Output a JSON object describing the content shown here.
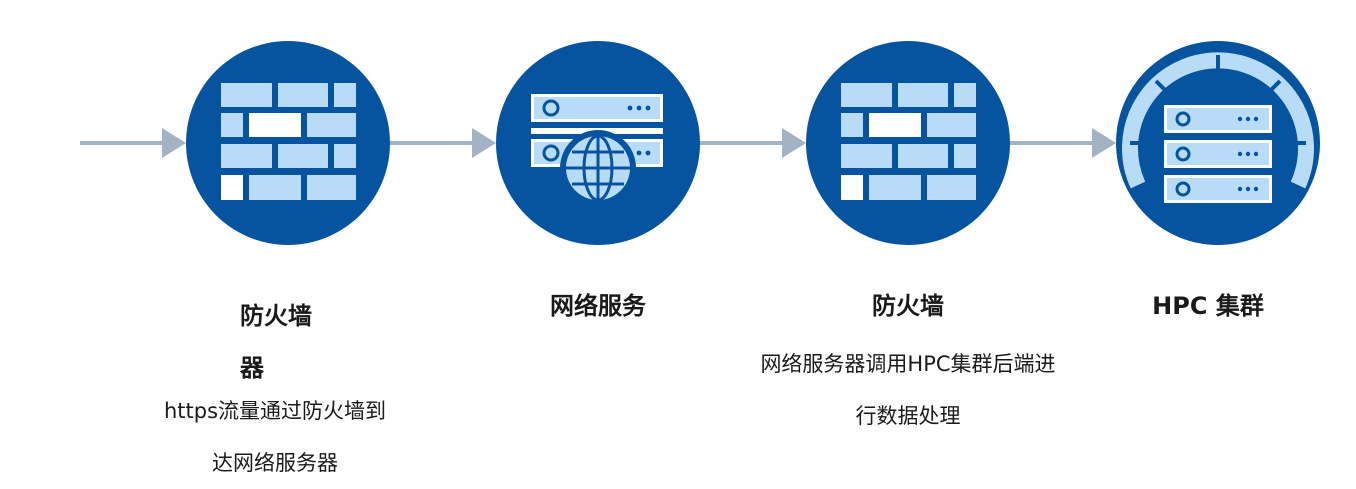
{
  "colors": {
    "circle_fill": "#0654a0",
    "icon_light": "#b8dcf6",
    "icon_white": "#ffffff",
    "arrow": "#a3b3c6"
  },
  "nodes": [
    {
      "icon": "firewall-icon",
      "title_lines": [
        "防火墙",
        "器"
      ],
      "desc_lines": [
        "https流量通过防火墙到",
        "达网络服务器"
      ]
    },
    {
      "icon": "web-server-icon",
      "title_lines": [
        "网络服务"
      ],
      "desc_lines": []
    },
    {
      "icon": "firewall-icon",
      "title_lines": [
        "防火墙"
      ],
      "desc_lines": [
        "网络服务器调用HPC集群后端进",
        "行数据处理"
      ]
    },
    {
      "icon": "hpc-cluster-icon",
      "title_lines": [
        "HPC 集群"
      ],
      "desc_lines": []
    }
  ]
}
